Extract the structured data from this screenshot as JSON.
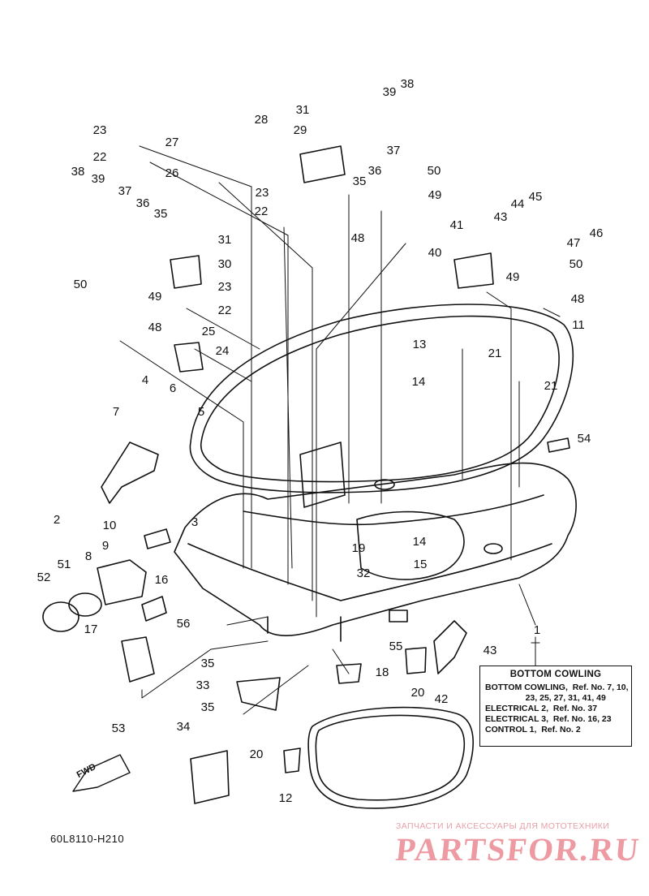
{
  "diagram_code": "60L8110-H210",
  "fwd_label": "FWD",
  "watermark": {
    "caption": "ЗАПЧАСТИ И АКСЕССУАРЫ ДЛЯ МОТОТЕХНИКИ",
    "brand": "PARTSFOR.RU"
  },
  "reference_box": {
    "title": "BOTTOM COWLING",
    "lines": [
      "BOTTOM COWLING,  Ref. No. 7, 10,",
      "                 23, 25, 27, 31, 41, 49",
      "ELECTRICAL 2,  Ref. No. 37",
      "ELECTRICAL 3,  Ref. No. 16, 23",
      "CONTROL 1,  Ref. No. 2"
    ]
  },
  "callouts": [
    "38",
    "39",
    "31",
    "28",
    "23",
    "29",
    "27",
    "37",
    "22",
    "26",
    "36",
    "35",
    "50",
    "38",
    "39",
    "37",
    "36",
    "35",
    "23",
    "49",
    "22",
    "31",
    "45",
    "44",
    "43",
    "41",
    "47",
    "46",
    "48",
    "30",
    "40",
    "50",
    "50",
    "49",
    "23",
    "49",
    "48",
    "22",
    "48",
    "25",
    "11",
    "13",
    "21",
    "24",
    "14",
    "21",
    "4",
    "6",
    "7",
    "5",
    "54",
    "2",
    "10",
    "3",
    "19",
    "14",
    "9",
    "15",
    "8",
    "51",
    "16",
    "32",
    "52",
    "17",
    "56",
    "1",
    "55",
    "43",
    "18",
    "35",
    "20",
    "42",
    "33",
    "53",
    "35",
    "34",
    "20",
    "12"
  ],
  "colors": {
    "ink": "#111111",
    "watermark": "#ed9aa2"
  }
}
